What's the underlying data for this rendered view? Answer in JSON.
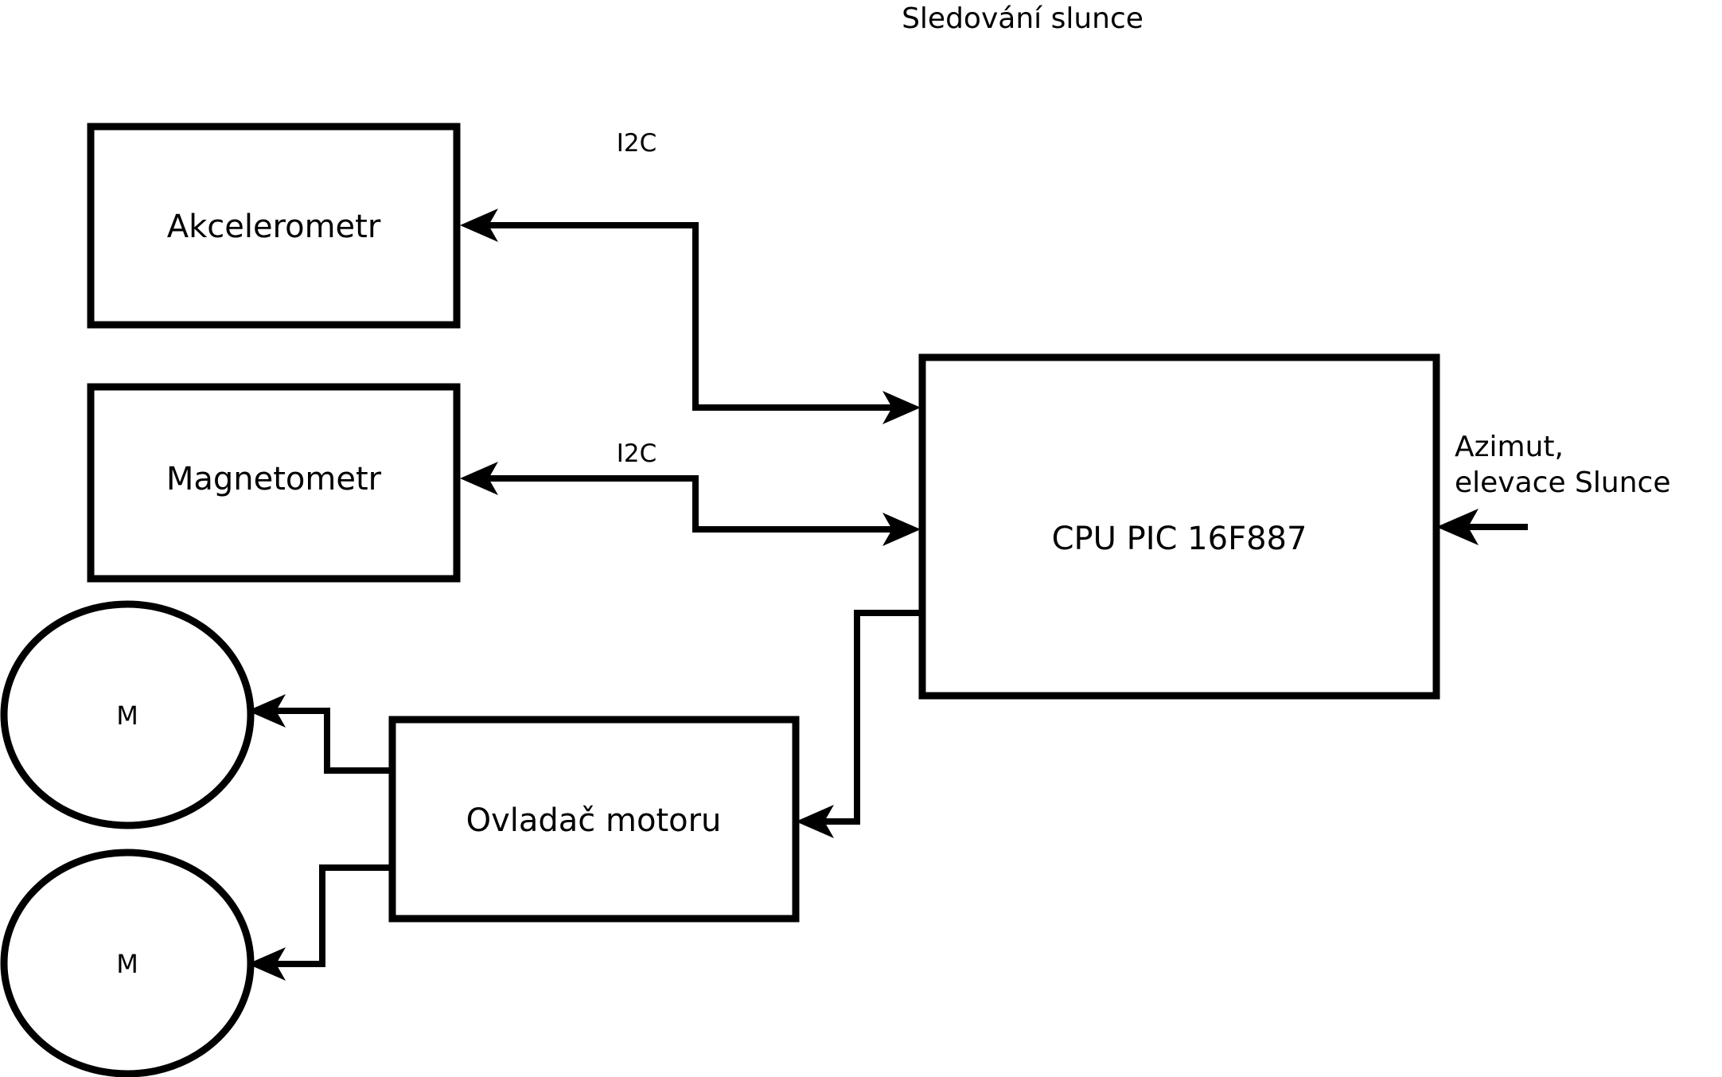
{
  "diagram": {
    "title": "Sledování slunce",
    "background_color": "#ffffff",
    "line_color": "#000000",
    "nodes": {
      "accelerometer": {
        "label": "Akcelerometr",
        "shape": "rectangle"
      },
      "magnetometer": {
        "label": "Magnetometr",
        "shape": "rectangle"
      },
      "cpu": {
        "label": "CPU PIC 16F887",
        "shape": "rectangle"
      },
      "motor_driver": {
        "label": "Ovladač motoru",
        "shape": "rectangle"
      },
      "motor_1": {
        "label": "M",
        "shape": "circle"
      },
      "motor_2": {
        "label": "M",
        "shape": "circle"
      }
    },
    "edge_labels": {
      "i2c_accelerometer": "I2C",
      "i2c_magnetometer": "I2C"
    },
    "annotations": {
      "sun_input_line1": "Azimut,",
      "sun_input_line2": "elevace Slunce"
    }
  }
}
